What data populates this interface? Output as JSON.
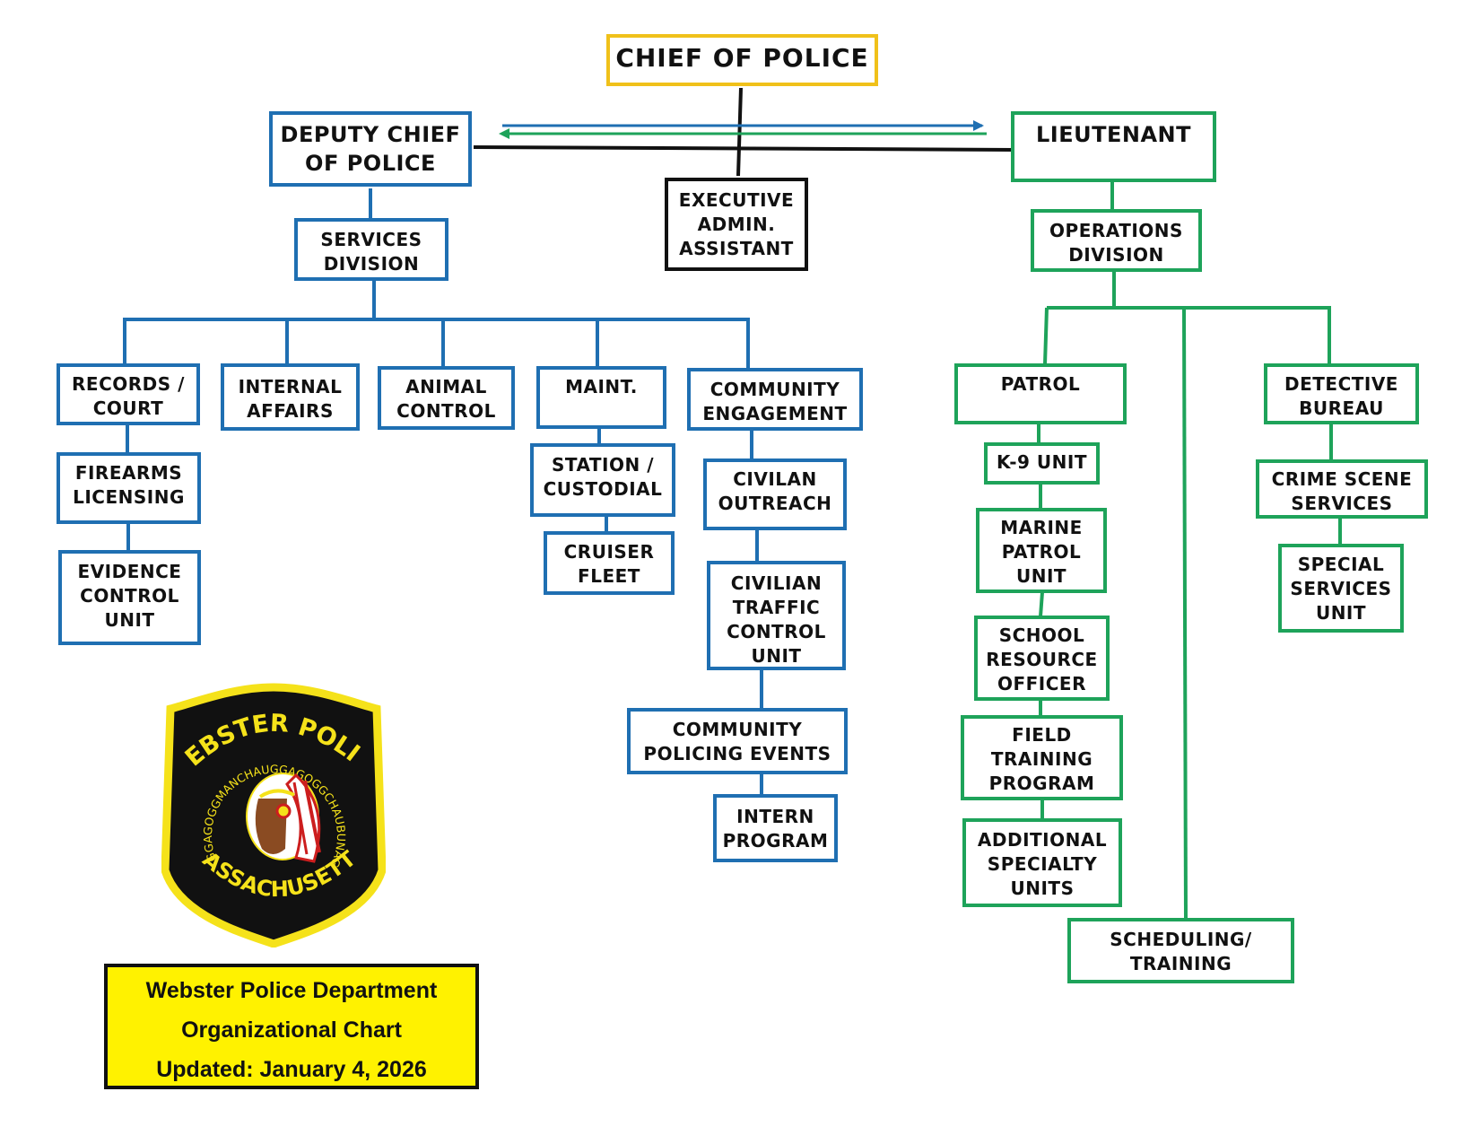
{
  "chart_title": {
    "line1": "Webster Police Department",
    "line2": "Organizational Chart",
    "line3": "Updated: January 4, 2026"
  },
  "badge": {
    "top_text": "WEBSTER POLICE",
    "bottom_text": "MASSACHUSETTS",
    "inner_text": "LAKE CHARGOGGAGOGGMANCHAUGGAGOGGCHAUBUNAGUNGAMAUGG"
  },
  "colors": {
    "services_branch": "#1f6fb2",
    "operations_branch": "#1ea35a",
    "chief_border": "#f0c11a",
    "title_fill": "#fff200"
  },
  "nodes": {
    "chief": "CHIEF OF POLICE",
    "deputy": "DEPUTY CHIEF\nOF POLICE",
    "exec_admin": "EXECUTIVE\nADMIN.\nASSISTANT",
    "lieutenant": "LIEUTENANT",
    "services": "SERVICES\nDIVISION",
    "operations": "OPERATIONS\nDIVISION",
    "records": "RECORDS /\nCOURT",
    "firearms": "FIREARMS\nLICENSING",
    "evidence": "EVIDENCE\nCONTROL\nUNIT",
    "internal": "INTERNAL\nAFFAIRS",
    "animal": "ANIMAL\nCONTROL",
    "maint": "MAINT.",
    "station": "STATION /\nCUSTODIAL",
    "cruiser": "CRUISER\nFLEET",
    "community": "COMMUNITY\nENGAGEMENT",
    "civilan": "CIVILAN\nOUTREACH",
    "traffic": "CIVILIAN\nTRAFFIC\nCONTROL\nUNIT",
    "policing_events": "COMMUNITY\nPOLICING EVENTS",
    "intern": "INTERN\nPROGRAM",
    "patrol": "PATROL",
    "k9": "K-9 UNIT",
    "marine": "MARINE\nPATROL\nUNIT",
    "school": "SCHOOL\nRESOURCE\nOFFICER",
    "field": "FIELD\nTRAINING\nPROGRAM",
    "additional": "ADDITIONAL\nSPECIALTY\nUNITS",
    "scheduling": "SCHEDULING/\nTRAINING",
    "detective": "DETECTIVE\nBUREAU",
    "crime_scene": "CRIME SCENE\nSERVICES",
    "special": "SPECIAL\nSERVICES\nUNIT"
  }
}
